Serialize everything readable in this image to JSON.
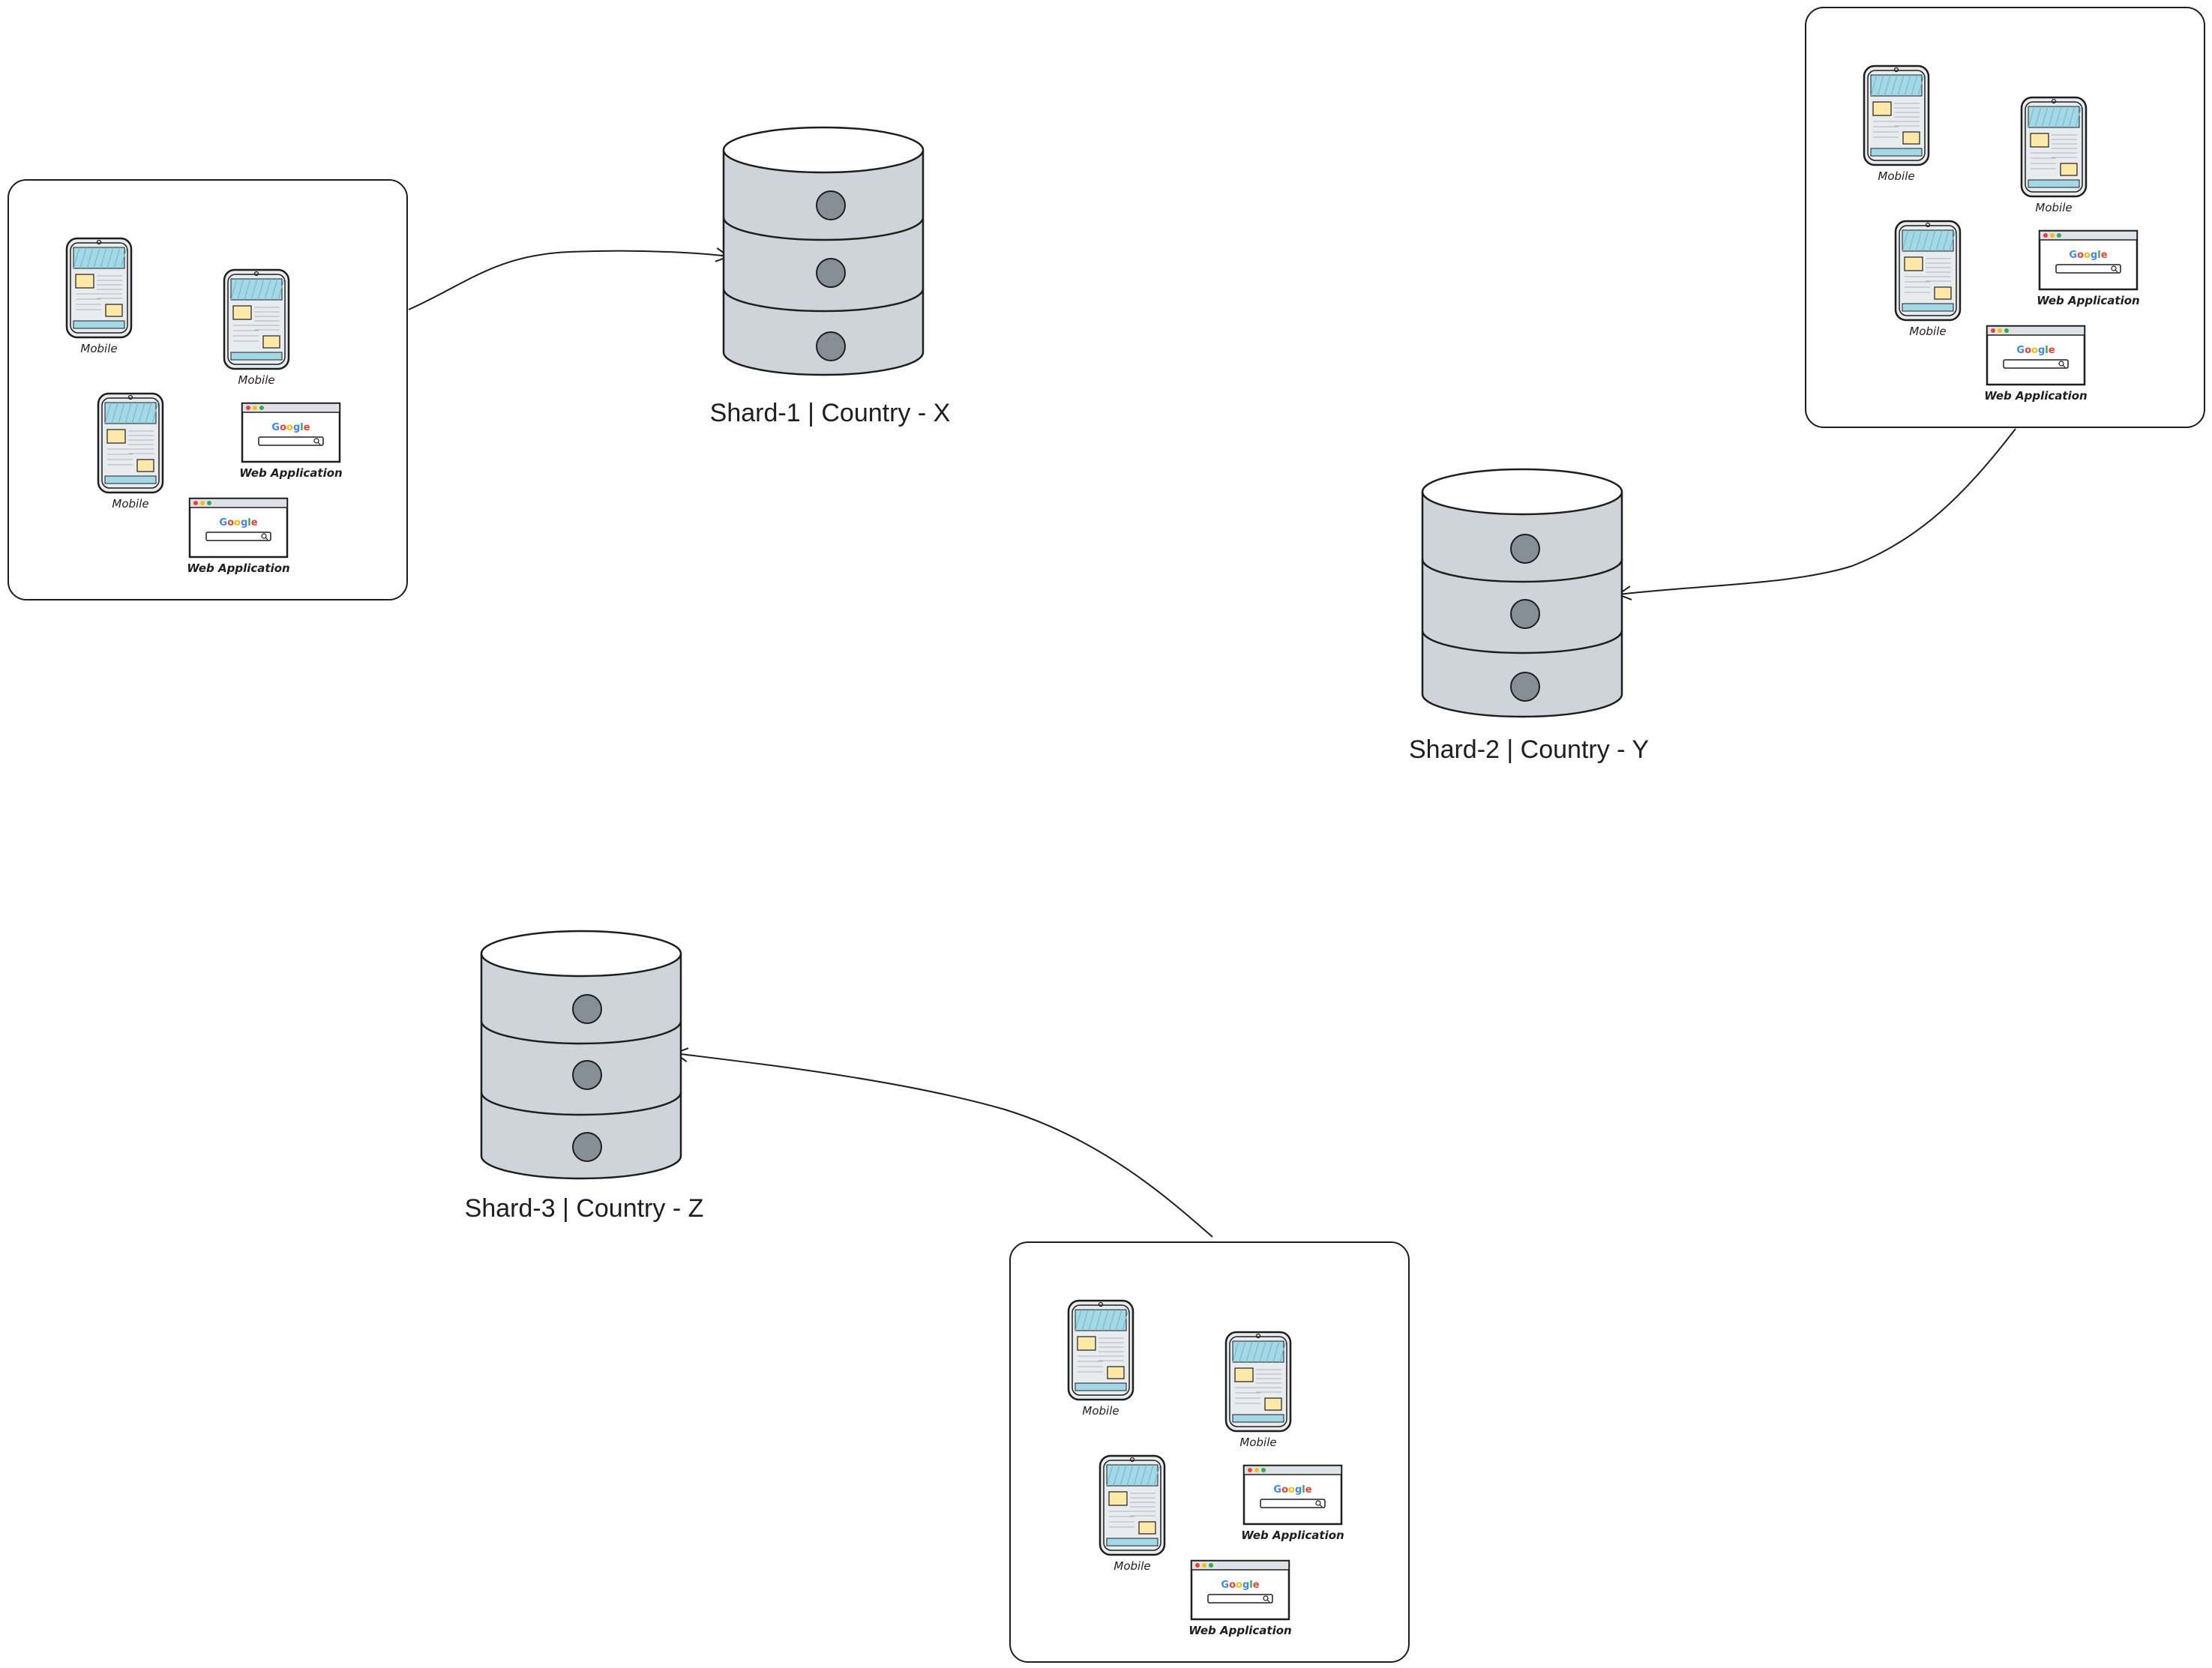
{
  "diagram": {
    "shards": [
      {
        "id": "shard-1",
        "label": "Shard-1 | Country - X"
      },
      {
        "id": "shard-2",
        "label": "Shard-2 | Country - Y"
      },
      {
        "id": "shard-3",
        "label": "Shard-3 | Country - Z"
      }
    ],
    "client_groups": [
      {
        "id": "client-group-x",
        "target": "shard-1",
        "devices": [
          {
            "type": "mobile",
            "label": "Mobile"
          },
          {
            "type": "mobile",
            "label": "Mobile"
          },
          {
            "type": "mobile",
            "label": "Mobile"
          },
          {
            "type": "web",
            "label": "Web Application"
          },
          {
            "type": "web",
            "label": "Web Application"
          }
        ]
      },
      {
        "id": "client-group-y",
        "target": "shard-2",
        "devices": [
          {
            "type": "mobile",
            "label": "Mobile"
          },
          {
            "type": "mobile",
            "label": "Mobile"
          },
          {
            "type": "mobile",
            "label": "Mobile"
          },
          {
            "type": "web",
            "label": "Web Application"
          },
          {
            "type": "web",
            "label": "Web Application"
          }
        ]
      },
      {
        "id": "client-group-z",
        "target": "shard-3",
        "devices": [
          {
            "type": "mobile",
            "label": "Mobile"
          },
          {
            "type": "mobile",
            "label": "Mobile"
          },
          {
            "type": "mobile",
            "label": "Mobile"
          },
          {
            "type": "web",
            "label": "Web Application"
          },
          {
            "type": "web",
            "label": "Web Application"
          }
        ]
      }
    ],
    "browser_search_brand": "Google",
    "colors": {
      "stroke": "#1e1e1e",
      "database_fill": "#ced4da",
      "database_dot": "#868e96",
      "phone_screen": "#a5d8e6",
      "phone_card": "#ffe8a8",
      "google_blue": "#4285f4",
      "google_red": "#ea4335",
      "google_yellow": "#fbbc05",
      "google_green": "#34a853"
    }
  }
}
